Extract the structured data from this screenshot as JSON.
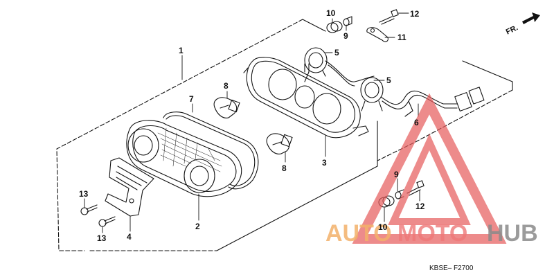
{
  "callouts": {
    "c1": "1",
    "c2": "2",
    "c3": "3",
    "c4": "4",
    "c5a": "5",
    "c5b": "5",
    "c6": "6",
    "c7": "7",
    "c8a": "8",
    "c8b": "8",
    "c9a": "9",
    "c9b": "9",
    "c10a": "10",
    "c10b": "10",
    "c11": "11",
    "c12a": "12",
    "c12b": "12",
    "c13a": "13",
    "c13b": "13"
  },
  "direction": {
    "label": "FR."
  },
  "watermark": {
    "part1": "AUTO",
    "part2": "MOTO",
    "part3": "HUB"
  },
  "figure_code": "KBSE– F2700",
  "colors": {
    "line": "#111111",
    "watermark_red": "#e65a5a",
    "watermark_orange": "#f2a65a",
    "watermark_dark": "#7a7a7a"
  }
}
